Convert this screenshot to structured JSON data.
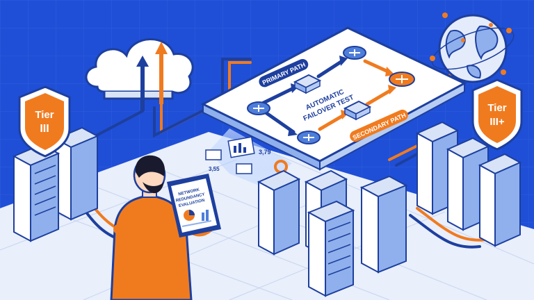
{
  "diagram": {
    "primary_path_label": "PRIMARY PATH",
    "secondary_path_label": "SECONDARY PATH",
    "center_title_line1": "AUTOMATIC",
    "center_title_line2": "FAILOVER TEST"
  },
  "shields": {
    "left": {
      "line1": "Tier",
      "line2": "III"
    },
    "right": {
      "line1": "Tier",
      "line2": "III+"
    }
  },
  "tablet": {
    "line1": "NETWORK",
    "line2": "REDUNDANCY",
    "line3": "EVALUATION"
  },
  "holo": {
    "value1": "3,79",
    "value2": "3,55"
  },
  "colors": {
    "background": "#1f4fd6",
    "accent_orange": "#f07b1f",
    "dark_blue": "#1d3f9e",
    "router_blue": "#4f7ed9",
    "panel_white": "#ffffff"
  }
}
